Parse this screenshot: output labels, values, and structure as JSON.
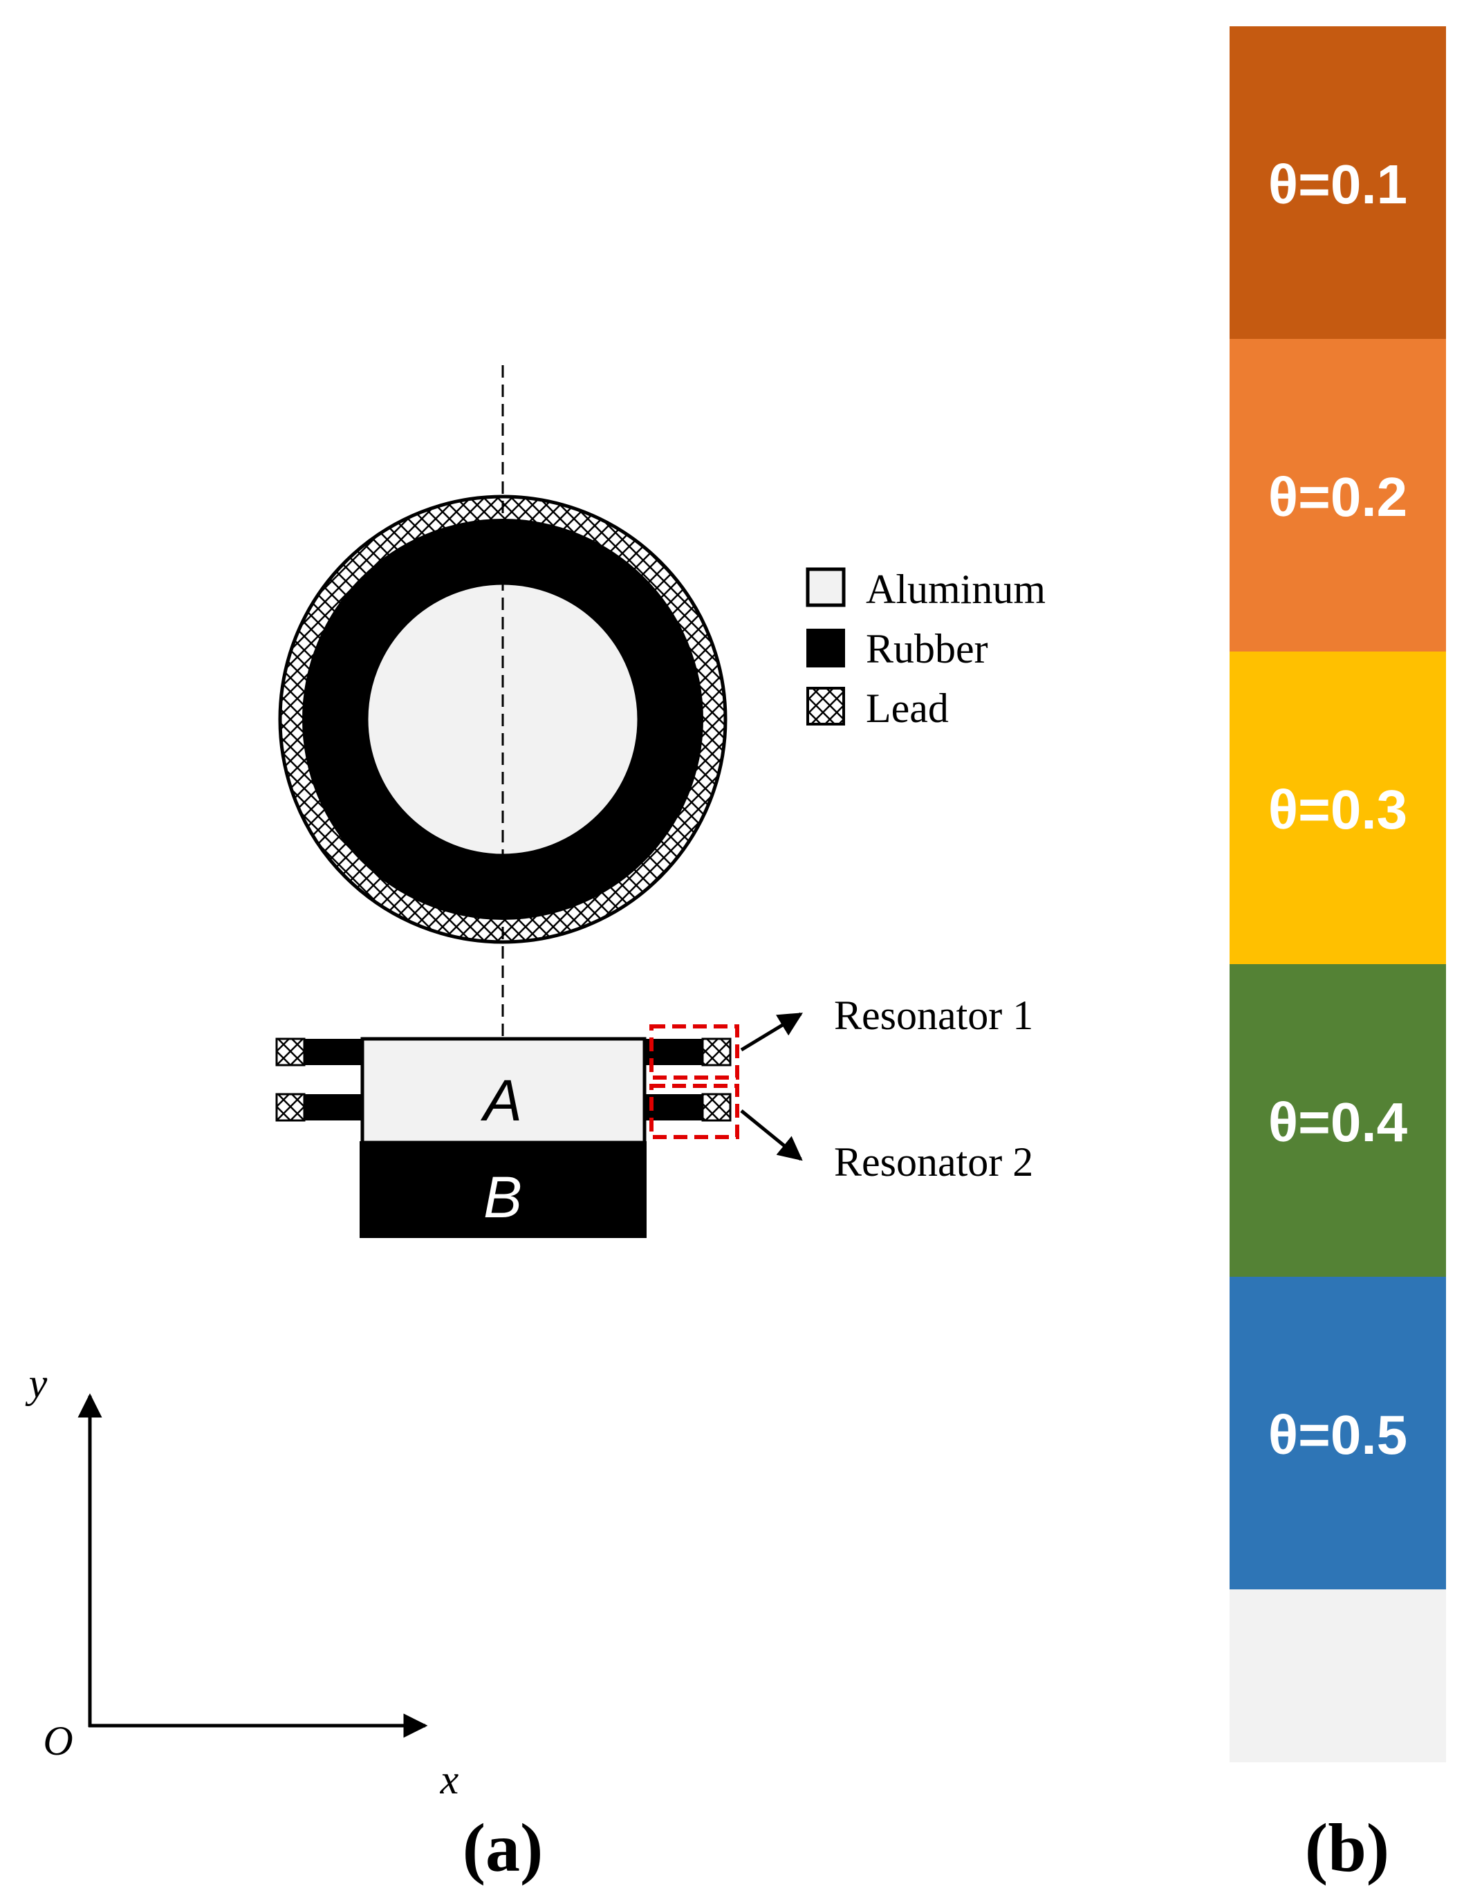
{
  "legend": {
    "items": [
      {
        "label": "Aluminum",
        "swatch": "aluminum",
        "color": "#f2f2f2"
      },
      {
        "label": "Rubber",
        "swatch": "rubber",
        "color": "#000000"
      },
      {
        "label": "Lead",
        "swatch": "lead",
        "pattern": "crosshatch"
      }
    ]
  },
  "callouts": {
    "resonator1": "Resonator 1",
    "resonator2": "Resonator 2"
  },
  "blocks": {
    "a_label": "A",
    "b_label": "B"
  },
  "axes": {
    "origin": "O",
    "x": "x",
    "y": "y"
  },
  "panel_labels": {
    "a": "(a)",
    "b": "(b)"
  },
  "color_bar": {
    "segments": [
      {
        "label": "θ=0.1",
        "color": "#c55a11"
      },
      {
        "label": "θ=0.2",
        "color": "#ed7d31"
      },
      {
        "label": "θ=0.3",
        "color": "#ffc000"
      },
      {
        "label": "θ=0.4",
        "color": "#548235"
      },
      {
        "label": "θ=0.5",
        "color": "#2e75b6"
      },
      {
        "label": "",
        "color": "#f2f2f2"
      }
    ]
  },
  "colors": {
    "aluminum": "#f2f2f2",
    "rubber": "#000000",
    "highlight": "#e00000"
  }
}
